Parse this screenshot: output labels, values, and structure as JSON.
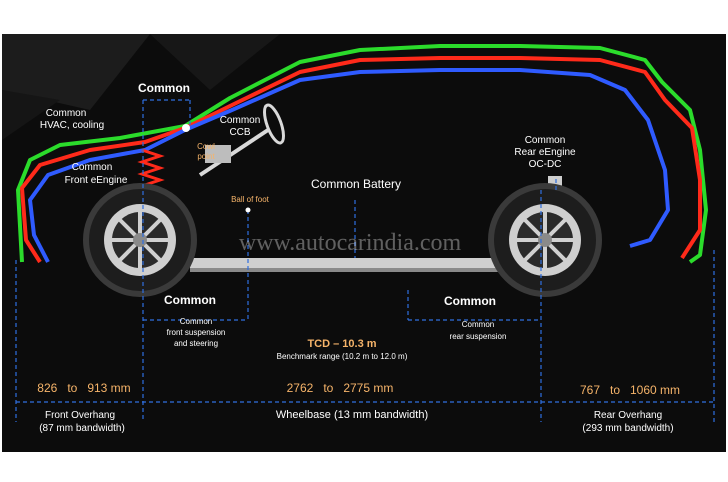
{
  "colors": {
    "background": "#0c0c0c",
    "frame": "#ffffff",
    "red_outline": "#ff2a1a",
    "green_outline": "#2bdc2b",
    "blue_outline": "#2f5bff",
    "guide_lines": "#2f6fe0",
    "orange_labels": "#f6b46a",
    "white_text": "#ffffff"
  },
  "labels": {
    "common_top": "Common",
    "hvac_line1": "Common",
    "hvac_line2": "HVAC, cooling",
    "front_engine_line1": "Common",
    "front_engine_line2": "Front eEngine",
    "ccb_line1": "Common",
    "ccb_line2": "CCB",
    "cowl_line1": "Cowl",
    "cowl_line2": "point",
    "ball_of_foot": "Ball of foot",
    "common_battery": "Common Battery",
    "rear_engine_line1": "Common",
    "rear_engine_line2": "Rear eEngine",
    "rear_engine_line3": "OC-DC",
    "common_front_header": "Common",
    "front_susp_line1": "Common",
    "front_susp_line2": "front suspension",
    "front_susp_line3": "and steering",
    "common_rear_header": "Common",
    "rear_susp_line1": "Common",
    "rear_susp_line2": "rear suspension",
    "tcd": "TCD – 10.3 m",
    "benchmark": "Benchmark range (10.2 m to 12.0 m)",
    "front_overhang_range": "826   to   913 mm",
    "wheelbase_range": "2762   to   2775 mm",
    "rear_overhang_range": "767   to   1060 mm",
    "front_overhang_line1": "Front Overhang",
    "front_overhang_line2": "(87 mm bandwidth)",
    "wheelbase_label": "Wheelbase (13 mm bandwidth)",
    "rear_overhang_line1": "Rear Overhang",
    "rear_overhang_line2": "(293 mm bandwidth)",
    "watermark": "www.autocarindia.com"
  },
  "icons": {
    "front_wheel": "wheel-icon",
    "rear_wheel": "wheel-icon",
    "steering": "steering-wheel-icon",
    "spring": "coil-spring-icon"
  }
}
